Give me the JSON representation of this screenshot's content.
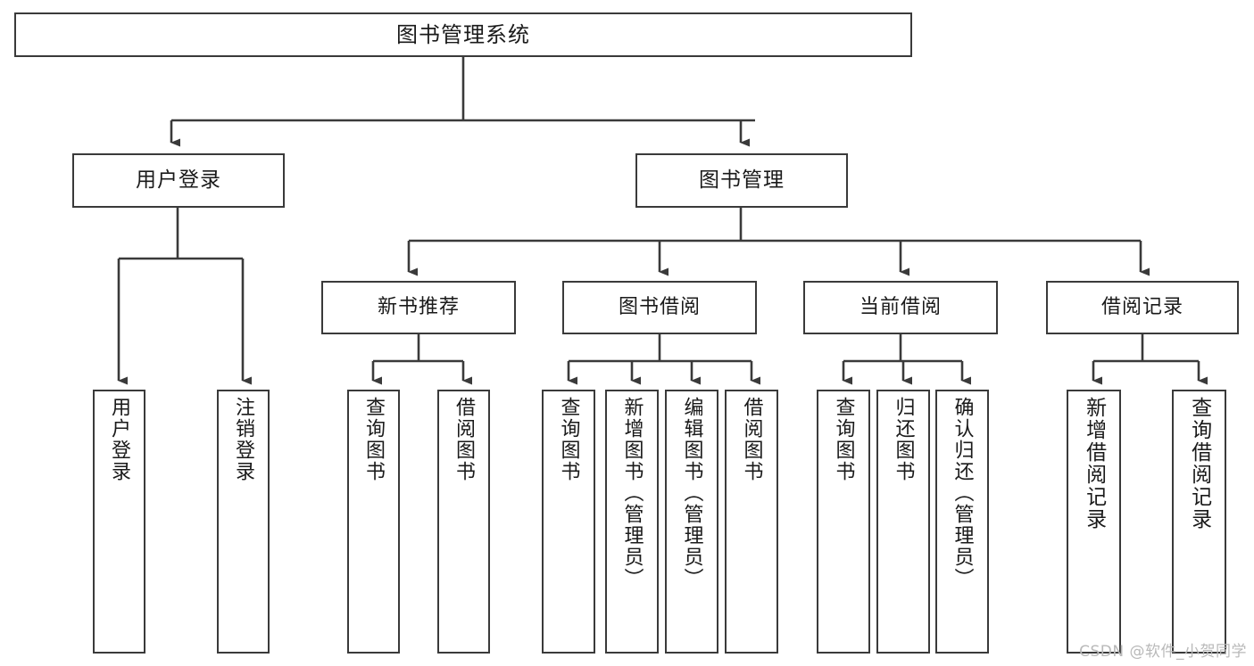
{
  "diagram": {
    "title": "图书管理系统",
    "type": "tree",
    "root": {
      "label": "图书管理系统"
    },
    "level2": [
      {
        "label": "用户登录"
      },
      {
        "label": "图书管理"
      }
    ],
    "level3": [
      {
        "label": "新书推荐"
      },
      {
        "label": "图书借阅"
      },
      {
        "label": "当前借阅"
      },
      {
        "label": "借阅记录"
      }
    ],
    "leaves": {
      "user_login": [
        {
          "label": "用户登录"
        },
        {
          "label": "注销登录"
        }
      ],
      "new_book": [
        {
          "label": "查询图书"
        },
        {
          "label": "借阅图书"
        }
      ],
      "book_borrow": [
        {
          "label": "查询图书"
        },
        {
          "label": "新增图书（管理员）"
        },
        {
          "label": "编辑图书（管理员）"
        },
        {
          "label": "借阅图书"
        }
      ],
      "current_borrow": [
        {
          "label": "查询图书"
        },
        {
          "label": "归还图书"
        },
        {
          "label": "确认归还（管理员）"
        }
      ],
      "borrow_record": [
        {
          "label": "新增借阅记录"
        },
        {
          "label": "查询借阅记录"
        }
      ]
    }
  },
  "watermark": {
    "text": "CSDN @软件_小贺同学"
  },
  "colors": {
    "stroke": "#3a3a3a",
    "text": "#1a1a1a",
    "background": "#ffffff",
    "watermark": "#b9b9b9"
  }
}
